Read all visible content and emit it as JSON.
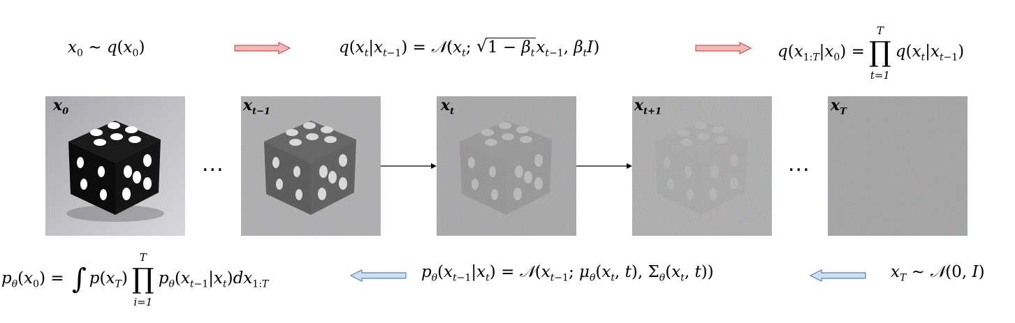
{
  "forward": {
    "start": "x₀ ∼ q(x₀)",
    "transition_left": "q(x",
    "transition_full": "q(xₜ|xₜ₋₁) = 𝒩(xₜ; √(1 − βₜ) xₜ₋₁, βₜI)",
    "joint": "q(x₁:T|x₀) = ∏ q(xₜ|xₜ₋₁)",
    "prod_top": "T",
    "prod_bottom": "t=1"
  },
  "reverse": {
    "marginal": "pθ(x₀) = ∫ p(xT) ∏ pθ(xₜ₋₁|xₜ) dx₁:T",
    "prod_top": "T",
    "prod_bottom": "i=1",
    "transition": "pθ(xₜ₋₁|xₜ) = 𝒩(xₜ₋₁; μθ(xₜ, t), Σθ(xₜ, t))",
    "prior": "xT ∼ 𝒩(0, I)"
  },
  "frames": [
    {
      "label": "x",
      "sub": "0",
      "noise": 0.0
    },
    {
      "label": "x",
      "sub": "t−1",
      "noise": 0.35
    },
    {
      "label": "x",
      "sub": "t",
      "noise": 0.6
    },
    {
      "label": "x",
      "sub": "t+1",
      "noise": 0.8
    },
    {
      "label": "x",
      "sub": "T",
      "noise": 1.0
    }
  ],
  "ellipsis": "...",
  "colors": {
    "forward_arrow": "#f4b8b8",
    "forward_arrow_stroke": "#c85050",
    "reverse_arrow": "#cfe0f5",
    "reverse_arrow_stroke": "#5b7fb5"
  }
}
